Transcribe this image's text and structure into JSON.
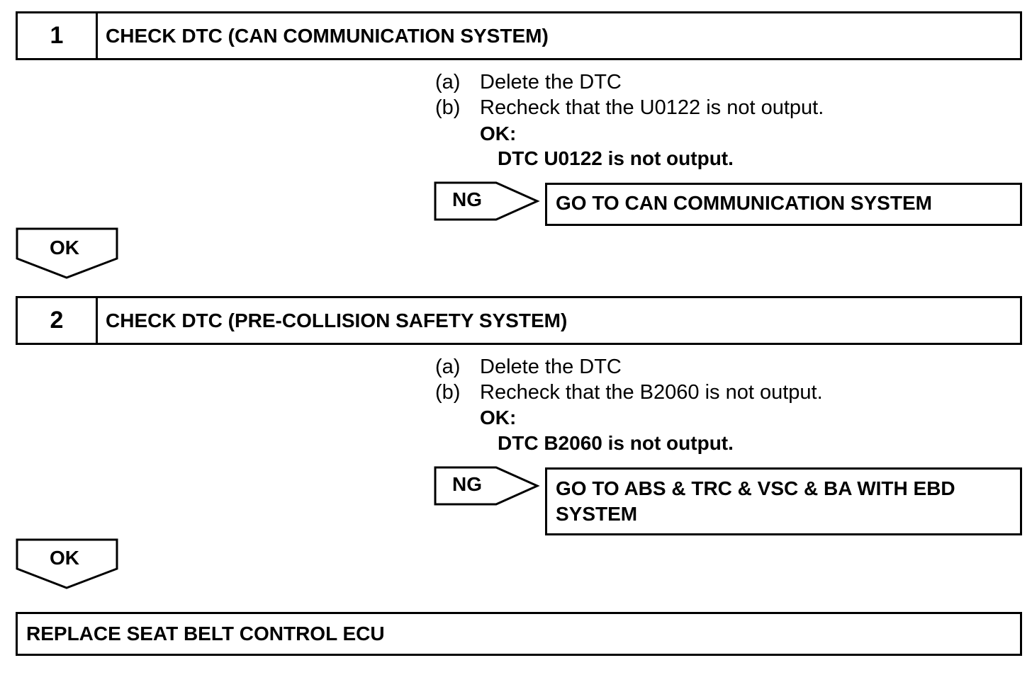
{
  "steps": [
    {
      "number": "1",
      "title": "CHECK DTC (CAN COMMUNICATION SYSTEM)",
      "instructions": [
        {
          "label": "(a)",
          "text": "Delete the DTC"
        },
        {
          "label": "(b)",
          "text": "Recheck that the U0122 is not output."
        }
      ],
      "ok_heading": "OK:",
      "ok_detail": "DTC U0122 is not output.",
      "ng_label": "NG",
      "ng_action": "GO TO CAN COMMUNICATION SYSTEM",
      "ok_arrow_label": "OK"
    },
    {
      "number": "2",
      "title": "CHECK DTC (PRE-COLLISION SAFETY SYSTEM)",
      "instructions": [
        {
          "label": "(a)",
          "text": "Delete the DTC"
        },
        {
          "label": "(b)",
          "text": "Recheck that the B2060 is not output."
        }
      ],
      "ok_heading": "OK:",
      "ok_detail": "DTC B2060 is not output.",
      "ng_label": "NG",
      "ng_action": "GO TO ABS & TRC & VSC & BA WITH EBD SYSTEM",
      "ok_arrow_label": "OK"
    }
  ],
  "final_action": "REPLACE SEAT BELT CONTROL ECU"
}
